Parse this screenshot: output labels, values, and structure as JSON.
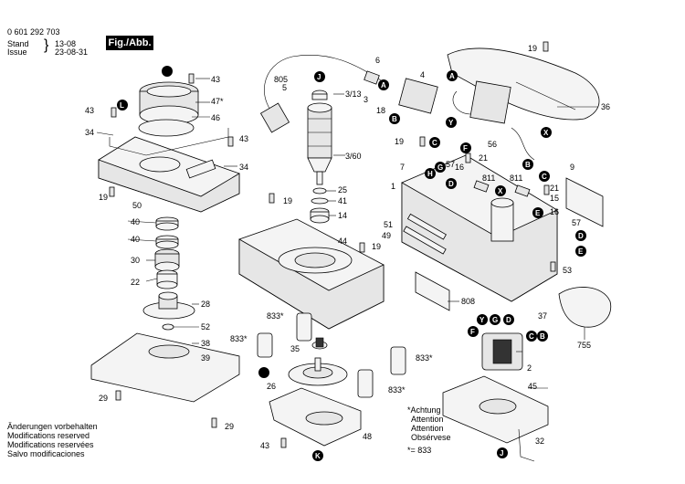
{
  "header": {
    "part_number": "0 601 292 703",
    "stand_label": "Stand",
    "stand_value": "13-08",
    "issue_label": "Issue",
    "issue_value": "23-08-31",
    "figure_label": "Fig./Abb. 1"
  },
  "notes": {
    "asterisk_lines": [
      "*Achtung",
      "Attention",
      "Attention",
      "Obsérvese"
    ],
    "asterisk_ref": "*= 833"
  },
  "footer_lines": [
    "Änderungen vorbehalten",
    "Modifications reserved",
    "Modifications reservées",
    "Salvo modificaciones"
  ],
  "callouts": {
    "c_43a": "43",
    "c_47": "47*",
    "c_46": "46",
    "c_43b": "43",
    "c_34a": "34",
    "c_43c": "43",
    "c_34b": "34",
    "c_19a": "19",
    "c_50": "50",
    "c_40a": "40",
    "c_40b": "40",
    "c_30": "30",
    "c_22": "22",
    "c_28": "28",
    "c_52": "52",
    "c_38": "38",
    "c_39": "39",
    "c_29a": "29",
    "c_29b": "29",
    "c_805": "805",
    "c_5": "5",
    "c_6": "6",
    "c_313": "3/13",
    "c_3": "3",
    "c_360": "3/60",
    "c_19b": "19",
    "c_25": "25",
    "c_41": "41",
    "c_14": "14",
    "c_44": "44",
    "c_19c": "19",
    "c_833a": "833*",
    "c_833b": "833*",
    "c_35": "35",
    "c_833c": "833*",
    "c_833d": "833*",
    "c_26": "26",
    "c_43d": "43",
    "c_48": "48",
    "c_4": "4",
    "c_18": "18",
    "c_19d": "19",
    "c_36": "36",
    "c_56": "56",
    "c_19e": "19",
    "c_7": "7",
    "c_57a": "57",
    "c_16": "16",
    "c_21a": "21",
    "c_811a": "811",
    "c_811b": "811",
    "c_21b": "21",
    "c_15": "15",
    "c_1": "1",
    "c_9": "9",
    "c_16b": "16",
    "c_51": "51",
    "c_49": "49",
    "c_57b": "57",
    "c_53": "53",
    "c_808": "808",
    "c_37": "37",
    "c_755": "755",
    "c_2": "2",
    "c_45": "45",
    "c_32": "32"
  },
  "letters": {
    "l_J": "J",
    "l_L": "L",
    "l_A1": "A",
    "l_A2": "A",
    "l_B1": "B",
    "l_Y1": "Y",
    "l_X1": "X",
    "l_C1": "C",
    "l_B2": "B",
    "l_F1": "F",
    "l_H": "H",
    "l_G1": "G",
    "l_D1": "D",
    "l_X2": "X",
    "l_C2": "C",
    "l_E1": "E",
    "l_D2": "D",
    "l_E2": "E",
    "l_F2": "F",
    "l_Y2": "Y",
    "l_G2": "G",
    "l_D3": "D",
    "l_C3": "C",
    "l_B3": "B",
    "l_K": "K",
    "l_J2": "J"
  }
}
